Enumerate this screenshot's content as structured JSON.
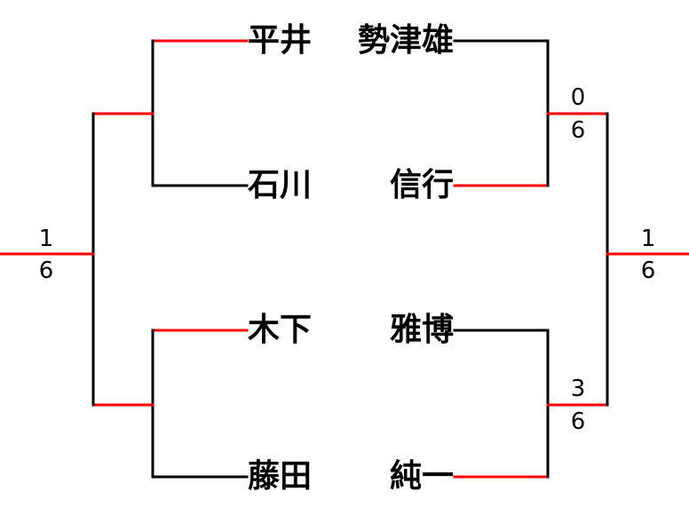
{
  "colors": {
    "win": "#ff0000",
    "line": "#000000"
  },
  "players": [
    {
      "family": "平井",
      "given": "勢津雄"
    },
    {
      "family": "石川",
      "given": "信行"
    },
    {
      "family": "木下",
      "given": "雅博"
    },
    {
      "family": "藤田",
      "given": "純一"
    }
  ],
  "scores": {
    "left_final": {
      "top": "1",
      "bottom": "6"
    },
    "right_semi_top": {
      "top": "0",
      "bottom": "6"
    },
    "right_semi_bottom": {
      "top": "3",
      "bottom": "6"
    },
    "right_final": {
      "top": "1",
      "bottom": "6"
    }
  }
}
